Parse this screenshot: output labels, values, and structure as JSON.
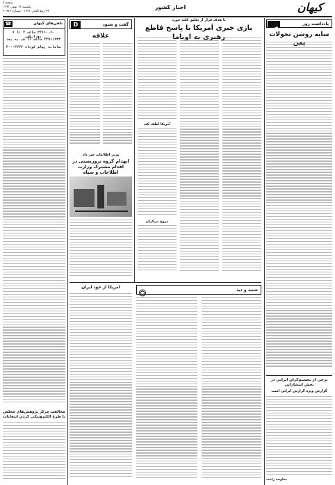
{
  "masthead": {
    "logo": "کیهان",
    "page_label": "صفحه ۲",
    "date_line1": "یکشنبه ۱۴ بهمن ۱۳۹۳",
    "date_line2": "۲۴ ربیع الثانی ۱۴۳۶ - شماره ۲۰۹۷۶",
    "section": "اخبار کشور"
  },
  "columns": {
    "right_box": "یادداشت روز",
    "right_title": "سایه روشن تحولات یمن",
    "main_kicker": "با هدف فرار از تعلیق کلید خورد",
    "main_title": "بازی خبری آمریکا با پاسخ قاطع رهبری به اوباما",
    "hadis_box": "گفت و شنود",
    "hadis_title": "علاقه",
    "phones_box": "تلفن‌های کیهان",
    "phone1": "۳۳۱۱۰۰۶۰ ساعت ۲ تا ۶ بعدازظهر",
    "phone2": "۳۳۹۱۱۶۴۴ ساعت ۱۱ شب به بعد",
    "sms": "سامانه پیام کوتاه ۳۰۰۰۳۲۳۲",
    "side_title": "علاقه",
    "mini_title_main": "بازی خبری آمریکا با پاسخ",
    "photo_kicker": "وزیر اطلاعات خبر داد",
    "photo_title": "انهدام گروه تروریستی در اقدام مشترک وزارت اطلاعات و سپاه",
    "sub_rahbar": "آمریکا لطف کند",
    "sub_dorough": "دروغ بی‌کران",
    "bottom_title": "مخالفت مرکز پژوهش‌های مجلس با طرح الکترونیکی کردن انتخابات",
    "ghezavat_title": "شنید و دید",
    "bottom_mid_title": "برخی از تحسیم‌گران ایرانی در بخش انتشاراتی",
    "bottom_mid_sub": "گزارش ویژه گزارش ایرانی است",
    "bottom_left_title": "آمریکا از خود ایران",
    "signature": "معاونت راجب"
  }
}
